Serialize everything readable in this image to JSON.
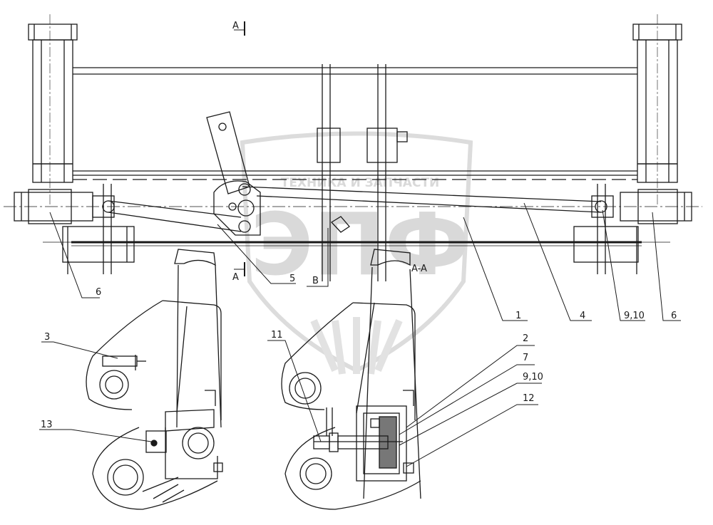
{
  "watermark": {
    "brand_line": "ТЕХНИКА И ЗАПЧАСТИ",
    "monogram": "ЭПФ"
  },
  "section_marks": {
    "a_top": "A",
    "a_bottom": "A",
    "b": "B",
    "section_title": "A-A"
  },
  "callouts": [
    "1",
    "2",
    "3",
    "4",
    "5",
    "6",
    "6",
    "7",
    "9,10",
    "9,10",
    "11",
    "12",
    "13"
  ],
  "colors": {
    "line": "#1a1a1a",
    "watermark": "#d9d9d9"
  }
}
